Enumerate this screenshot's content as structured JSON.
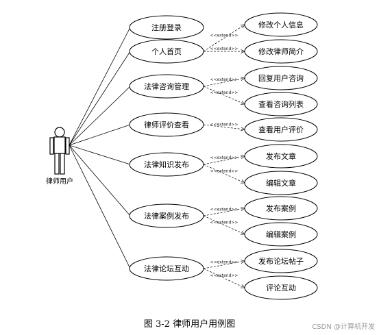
{
  "actor": {
    "label": "律师用户"
  },
  "main_cases": [
    {
      "label": "注册登录"
    },
    {
      "label": "个人首页"
    },
    {
      "label": "法律咨询管理"
    },
    {
      "label": "律师评价查看"
    },
    {
      "label": "法律知识发布"
    },
    {
      "label": "法律案例发布"
    },
    {
      "label": "法律论坛互动"
    }
  ],
  "ext_cases": [
    {
      "label": "修改个人信息"
    },
    {
      "label": "修改律师简介"
    },
    {
      "label": "回复用户咨询"
    },
    {
      "label": "查看咨询列表"
    },
    {
      "label": "查看用户评价"
    },
    {
      "label": "发布文章"
    },
    {
      "label": "编辑文章"
    },
    {
      "label": "发布案例"
    },
    {
      "label": "编辑案例"
    },
    {
      "label": "发布论坛帖子"
    },
    {
      "label": "评论互动"
    }
  ],
  "extend_label": "<<extend>>",
  "caption": "图 3-2  律师用户用例图",
  "watermark": "CSDN @计算机开发"
}
